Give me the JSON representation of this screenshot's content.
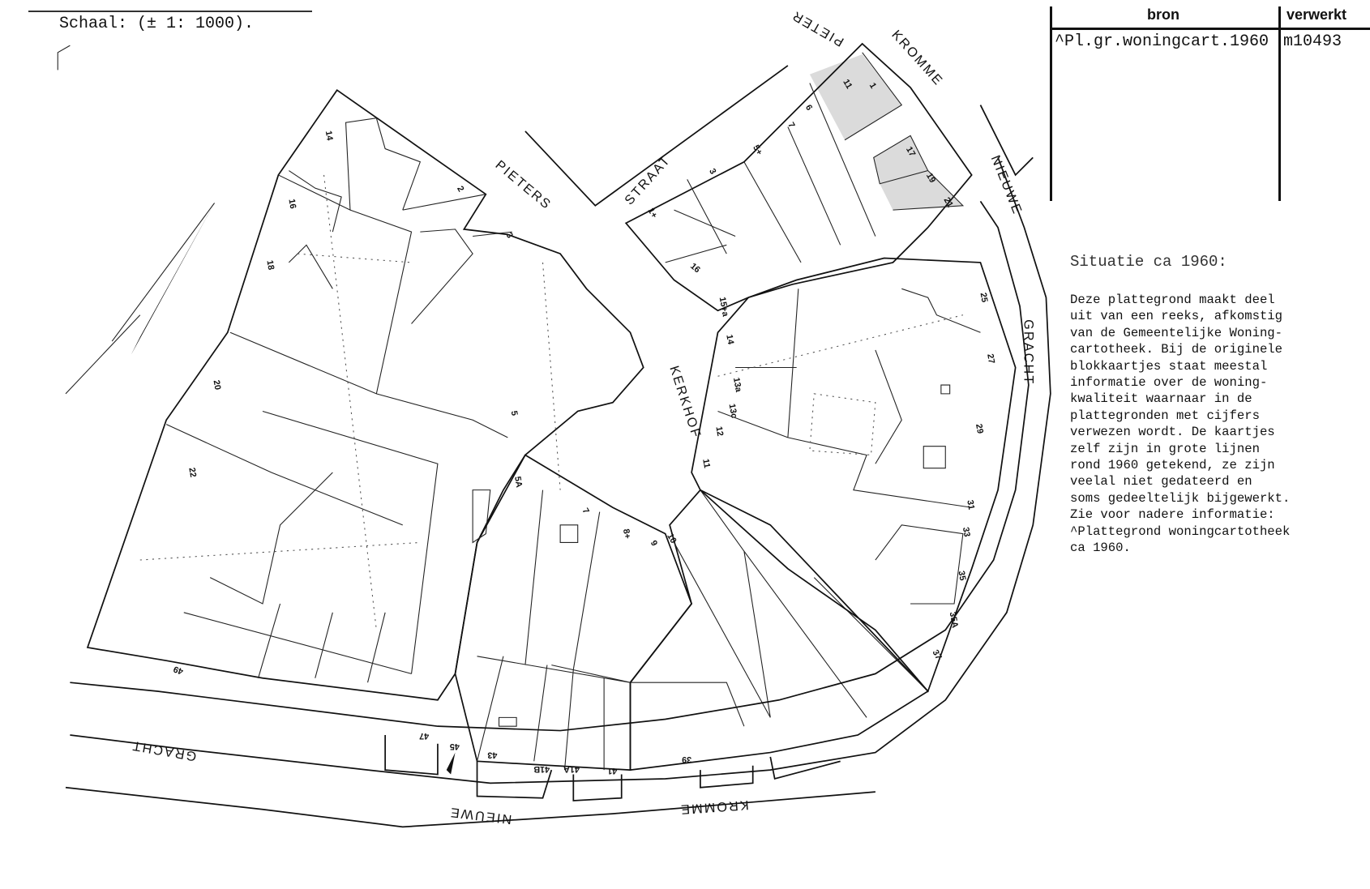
{
  "scale_label": "Schaal: (± 1: 1000).",
  "source_table": {
    "headers": {
      "bron": "bron",
      "verwerkt": "verwerkt"
    },
    "row": {
      "bron": "^Pl.gr.woningcart.1960",
      "verwerkt": "m10493"
    }
  },
  "info": {
    "title": "Situatie ca 1960:",
    "body": "Deze plattegrond maakt deel\nuit van een reeks, afkomstig\nvan de Gemeentelijke Woning-\ncartotheek. Bij de originele\nblokkaartjes staat meestal\ninformatie over de woning-\nkwaliteit waarnaar in de\nplattegronden met cijfers\nverwezen wordt. De kaartjes\nzelf zijn in grote lijnen\nrond 1960 getekend, ze zijn\nveelal niet gedateerd en\nsoms gedeeltelijk bijgewerkt.\nZie voor nadere informatie:\n^Plattegrond woningcartotheek\nca 1960."
  },
  "streets": {
    "pieters": "PIETERS",
    "straat": "STRAAT",
    "pieter": "PIETER",
    "kromme_top": "KROMME",
    "nieuwe_right": "NIEUWE",
    "gracht_right": "GRACHT",
    "kerkhof": "KERKHOF",
    "gracht_bottom": "GRACHT",
    "nieuwe_bottom": "NIEUWE",
    "kromme_bottom": "KROMME"
  },
  "house_numbers": [
    "14",
    "16",
    "18",
    "20",
    "22",
    "49",
    "2",
    "3",
    "5",
    "5A",
    "7",
    "8+",
    "9",
    "10",
    "11",
    "12",
    "13c",
    "13a",
    "14",
    "15+a",
    "16",
    "1+",
    "3",
    "5+",
    "7",
    "6",
    "11",
    "1",
    "17",
    "19",
    "21",
    "25",
    "27",
    "29",
    "31",
    "33",
    "35",
    "35A",
    "37",
    "39",
    "41",
    "41A",
    "41B",
    "43",
    "45",
    "47"
  ],
  "colors": {
    "ink": "#111111",
    "paper": "#ffffff",
    "shade": "#bbbbbb"
  }
}
